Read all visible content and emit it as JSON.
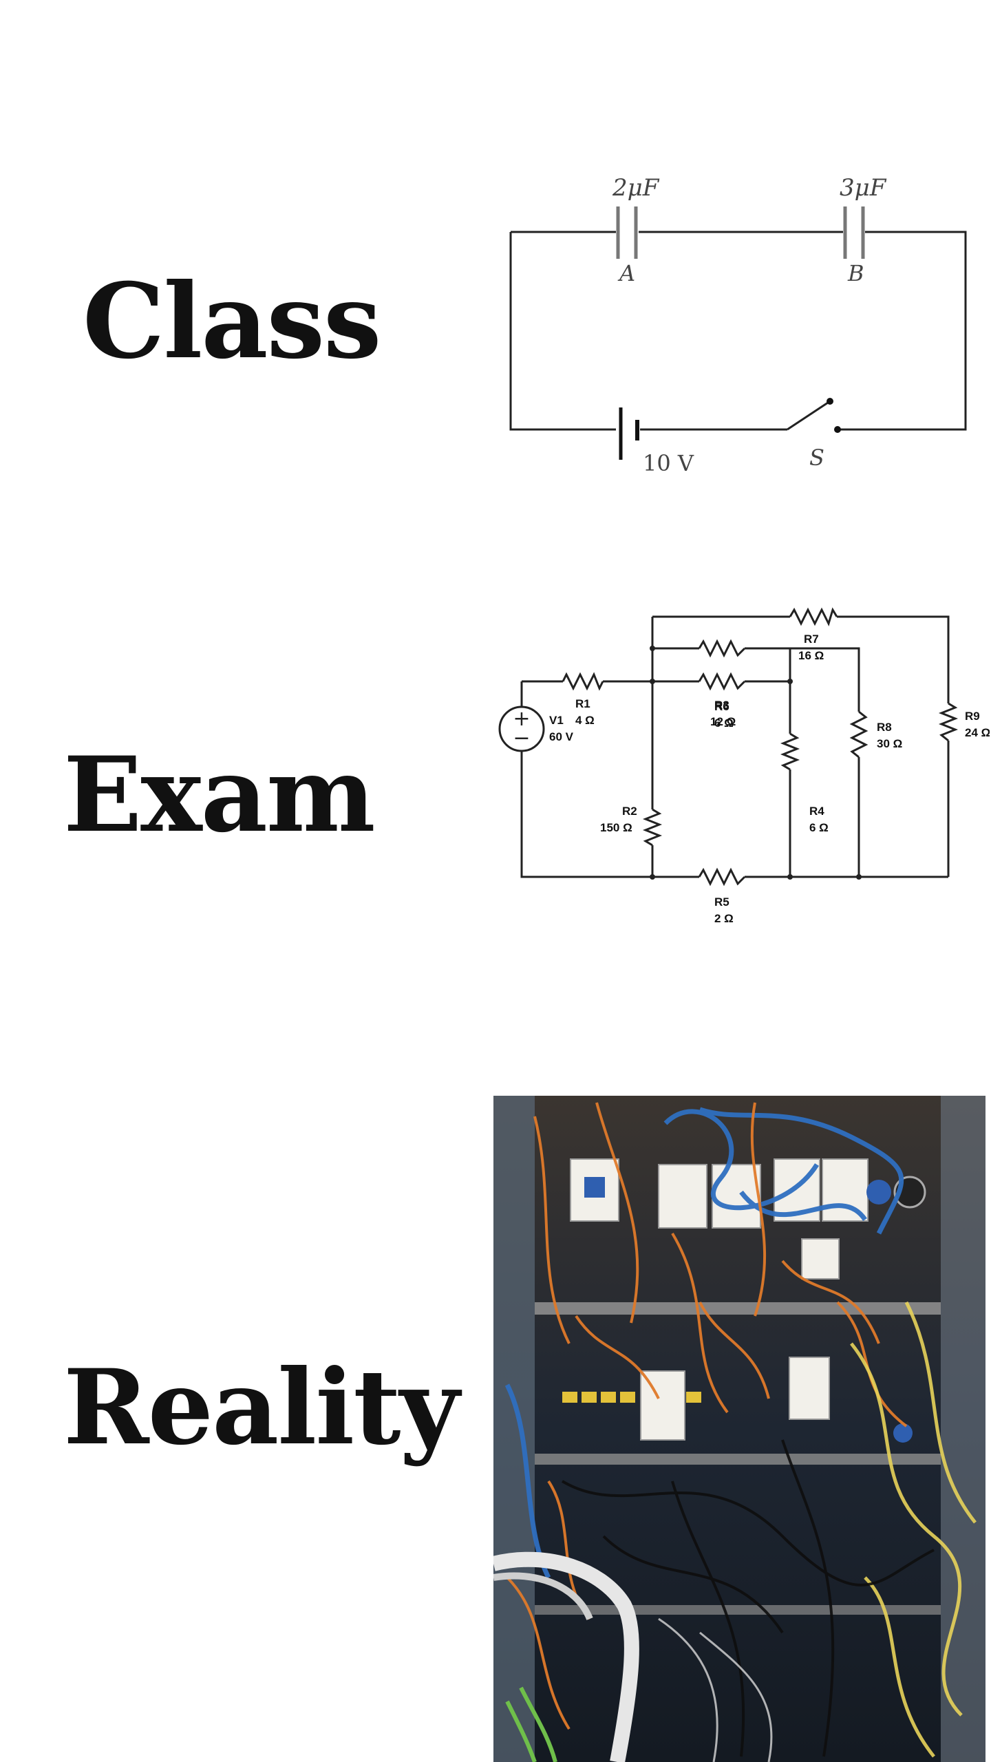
{
  "labels": {
    "class": "Class",
    "exam": "Exam",
    "reality": "Reality"
  },
  "class_circuit": {
    "cap_a_value": "2μF",
    "cap_a_name": "A",
    "cap_b_value": "3μF",
    "cap_b_name": "B",
    "battery": "10 V",
    "switch": "S"
  },
  "exam_circuit": {
    "source": {
      "name": "V1",
      "value": "60 V"
    },
    "resistors": [
      {
        "name": "R1",
        "value": "4 Ω"
      },
      {
        "name": "R2",
        "value": "150 Ω"
      },
      {
        "name": "R3",
        "value": "12 Ω"
      },
      {
        "name": "R4",
        "value": "6 Ω"
      },
      {
        "name": "R5",
        "value": "2 Ω"
      },
      {
        "name": "R6",
        "value": "6 Ω"
      },
      {
        "name": "R7",
        "value": "16 Ω"
      },
      {
        "name": "R8",
        "value": "30 Ω"
      },
      {
        "name": "R9",
        "value": "24 Ω"
      }
    ]
  },
  "colors": {
    "text": "#111111",
    "wire": "#222222",
    "panel_bg": "#1d2a3a",
    "wire_orange": "#e07a2a",
    "wire_blue": "#2f6fc0",
    "wire_yellow": "#e8d35a"
  }
}
